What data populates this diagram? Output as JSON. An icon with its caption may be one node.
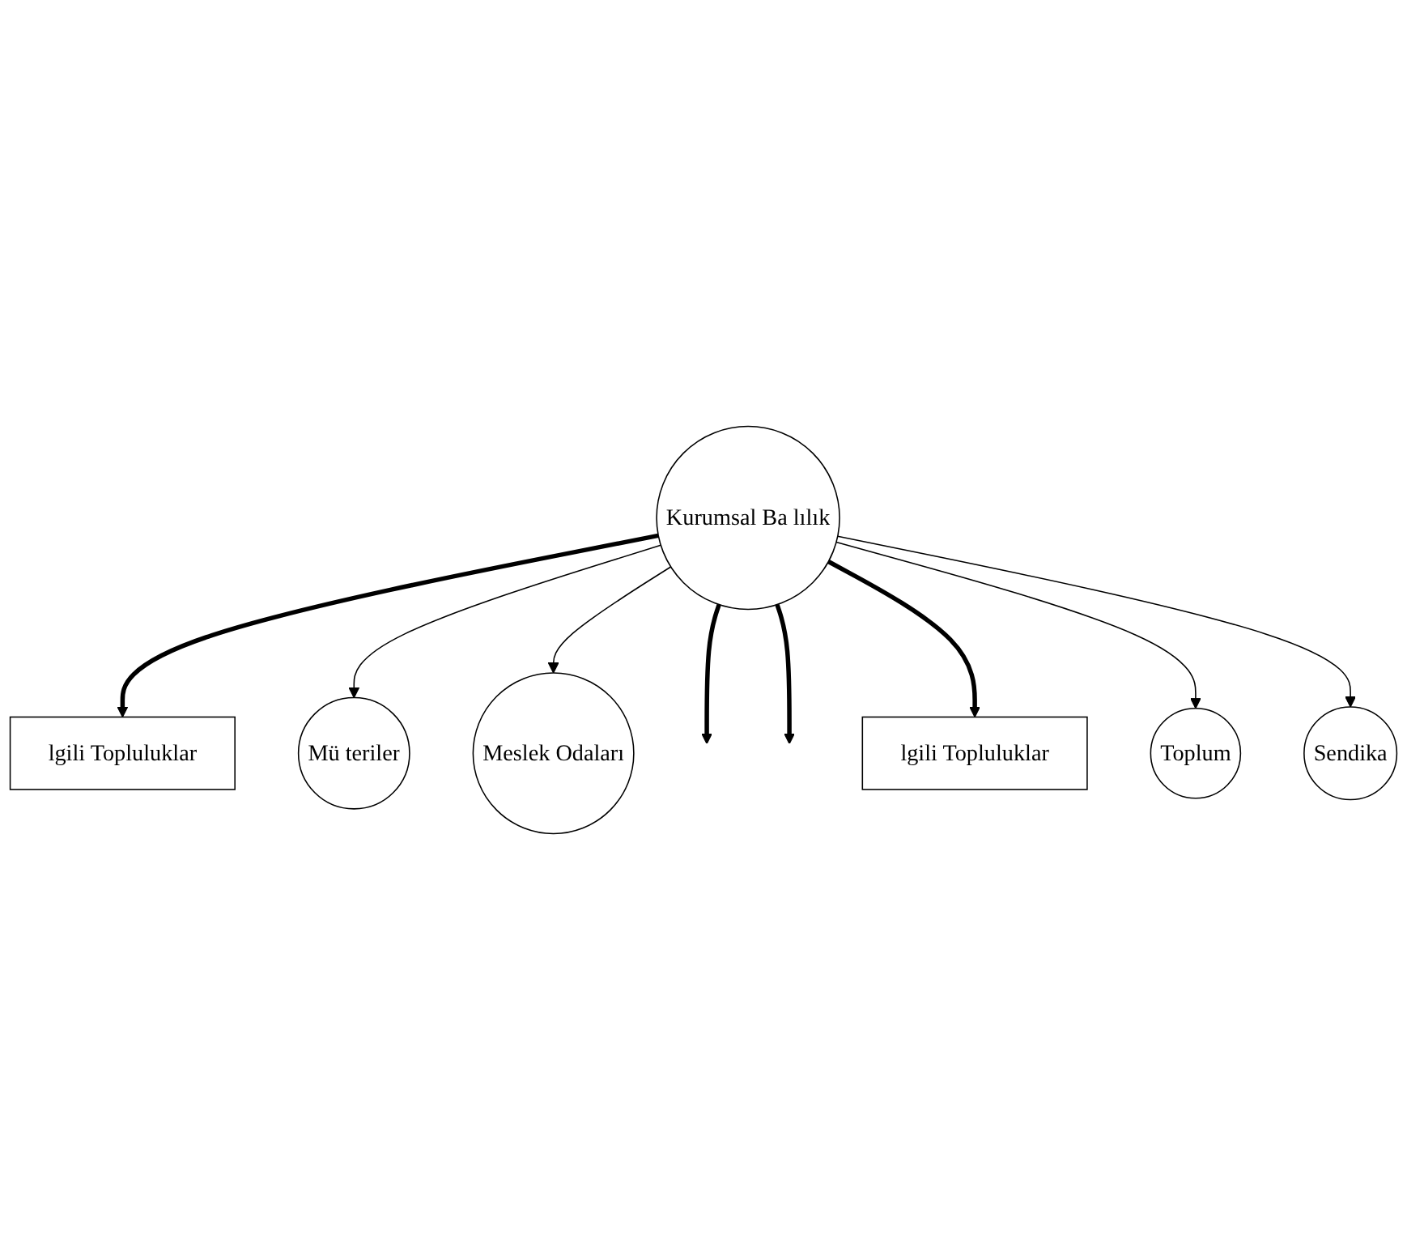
{
  "diagram": {
    "nodes": [
      {
        "text": [
          "lgili Topluluklar"
        ]
      },
      {
        "text": [
          "Mü teriler"
        ]
      },
      {
        "text": [
          "Meslek Odaları"
        ]
      },
      {
        "text": [
          "Kurumsal Ba lılık"
        ]
      },
      {
        "text": [
          "lgili Topluluklar"
        ]
      },
      {
        "text": [
          "Toplum"
        ]
      },
      {
        "text": [
          "Sendika"
        ]
      }
    ],
    "edges": [
      {
        "from": 3,
        "to": 0,
        "arrow": "to",
        "style": "thick"
      },
      {
        "from": 3,
        "to": 1,
        "arrow": "to"
      },
      {
        "from": 3,
        "to": 2,
        "arrow": "to"
      },
      {
        "from": 3,
        "to": null,
        "arrow": "to",
        "style": "thick"
      },
      {
        "from": 3,
        "to": null,
        "arrow": "to",
        "style": "thick"
      },
      {
        "from": 3,
        "to": 4,
        "arrow": "to",
        "style": "thick"
      },
      {
        "from": 3,
        "to": 5,
        "arrow": "to"
      },
      {
        "from": 3,
        "to": 6,
        "arrow": "to"
      }
    ]
  }
}
